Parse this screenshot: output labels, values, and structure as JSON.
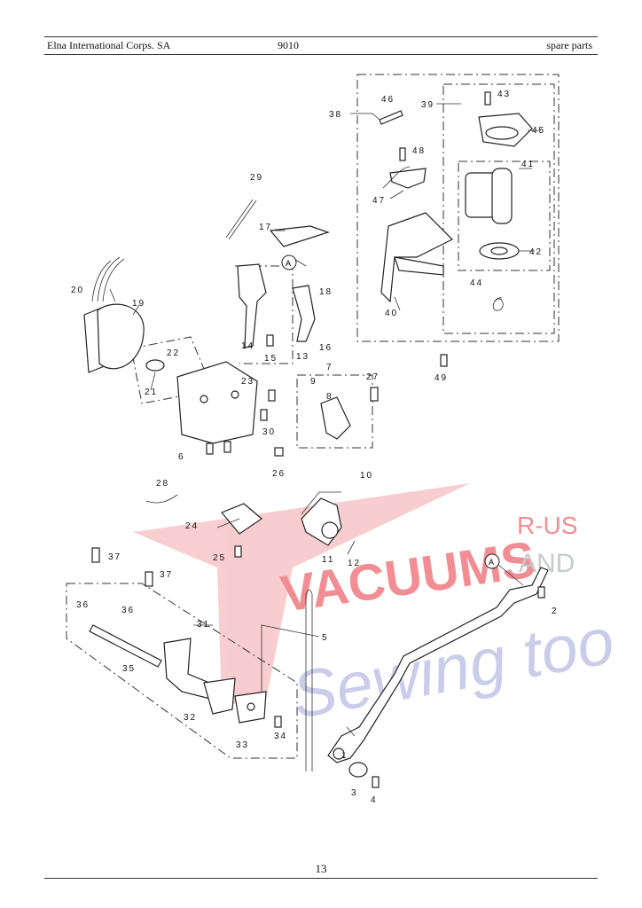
{
  "header": {
    "company": "Elna International Corps. SA",
    "model": "9010",
    "section": "spare parts"
  },
  "footer": {
    "page_number": "13"
  },
  "watermark": {
    "line1": "VACUUMS",
    "line2": "R-US",
    "line3": "AND",
    "line4": "Sewing too",
    "colors": {
      "red": "#e8323c",
      "blue": "#2f3f9e"
    }
  },
  "diagram": {
    "callout_a": "A",
    "labels": [
      "1",
      "2",
      "3",
      "4",
      "5",
      "6",
      "7",
      "8",
      "9",
      "10",
      "11",
      "12",
      "13",
      "14",
      "15",
      "16",
      "17",
      "18",
      "19",
      "20",
      "21",
      "22",
      "23",
      "24",
      "25",
      "26",
      "27",
      "28",
      "29",
      "30",
      "31",
      "32",
      "33",
      "34",
      "35",
      "36",
      "37",
      "38",
      "39",
      "40",
      "41",
      "42",
      "43",
      "44",
      "45",
      "46",
      "47",
      "48",
      "49"
    ]
  }
}
